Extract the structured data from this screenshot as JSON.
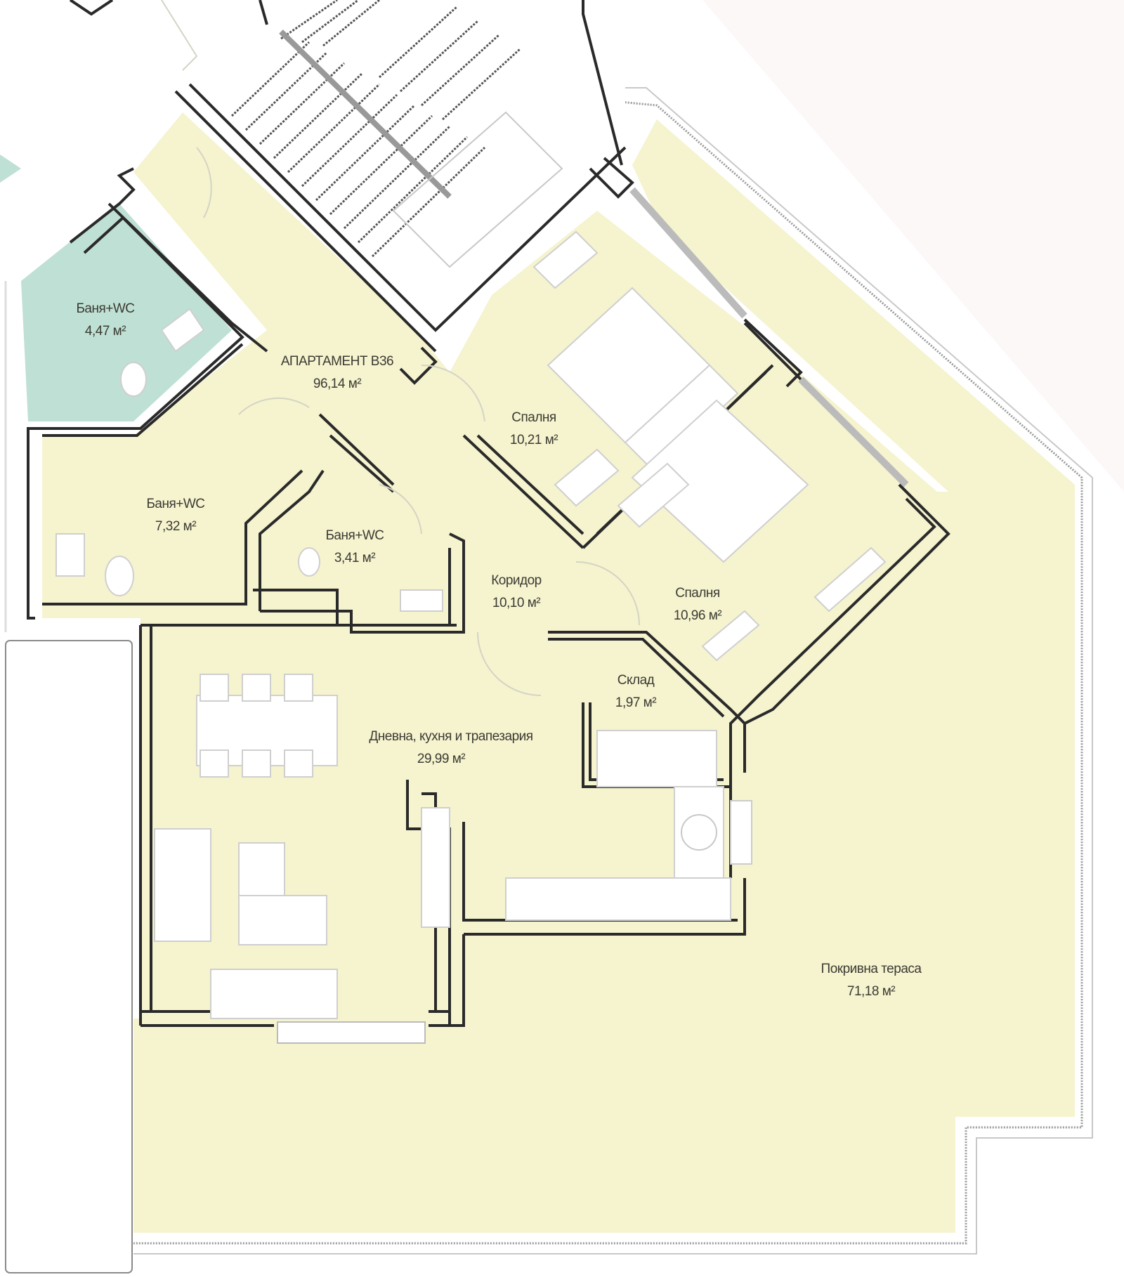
{
  "plan": {
    "apartment": {
      "label": "АПАРТАМЕНТ В36",
      "area": "96,14 м²"
    },
    "rooms": [
      {
        "id": "bath-1",
        "label": "Баня+WC",
        "area": "4,47 м²"
      },
      {
        "id": "bath-2",
        "label": "Баня+WC",
        "area": "7,32 м²"
      },
      {
        "id": "bath-3",
        "label": "Баня+WC",
        "area": "3,41 м²"
      },
      {
        "id": "bedroom-1",
        "label": "Спалня",
        "area": "10,21 м²"
      },
      {
        "id": "bedroom-2",
        "label": "Спалня",
        "area": "10,96 м²"
      },
      {
        "id": "corridor",
        "label": "Коридор",
        "area": "10,10 м²"
      },
      {
        "id": "storage",
        "label": "Склад",
        "area": "1,97 м²"
      },
      {
        "id": "living",
        "label": "Дневна, кухня и трапезария",
        "area": "29,99 м²"
      },
      {
        "id": "terrace",
        "label": "Покривна тераса",
        "area": "71,18 м²"
      }
    ],
    "colors": {
      "living_fill": "#f6f3cf",
      "bath_fill": "#bfe0d4",
      "wall": "#2a2a2a",
      "furniture": "#ffffff",
      "background": "#ffffff"
    }
  }
}
